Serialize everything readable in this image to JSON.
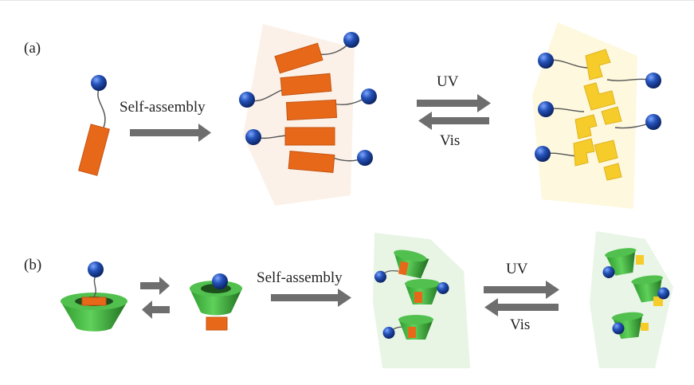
{
  "panel_a": {
    "label": "(a)",
    "assembly_arrow_label": "Self-assembly",
    "forward_label": "UV",
    "reverse_label": "Vis"
  },
  "panel_b": {
    "label": "(b)",
    "assembly_arrow_label": "Self-assembly",
    "forward_label": "UV",
    "reverse_label": "Vis"
  },
  "colors": {
    "rod": "#e8681a",
    "rod_switched": "#f5cc2a",
    "ball": "#1f4aa8",
    "cone": "#3bb23b",
    "arrow": "#6e6e6e",
    "halo_orange": "#fbefe6",
    "halo_yellow": "#fdf8dc",
    "halo_green": "#e7f4e4"
  }
}
